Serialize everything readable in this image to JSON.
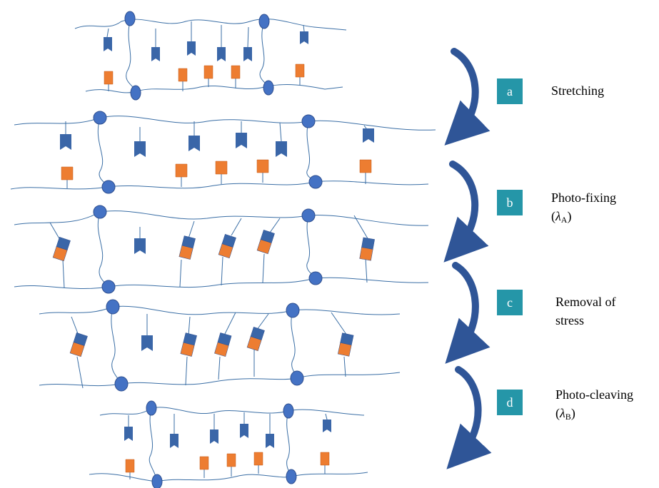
{
  "steps": [
    {
      "id": "a",
      "line1": "Stretching",
      "line2": ""
    },
    {
      "id": "b",
      "line1": "Photo-fixing",
      "line2_pre": "(",
      "lambda": "λ",
      "sub": "A",
      "line2_post": ")"
    },
    {
      "id": "c",
      "line1": "Removal of",
      "line2": "stress"
    },
    {
      "id": "d",
      "line1": "Photo-cleaving",
      "line2_pre": "(",
      "lambda": "λ",
      "sub": "B",
      "line2_post": ")"
    }
  ],
  "colors": {
    "chain": "#3a6ea5",
    "crosslink": "#4472c4",
    "blue_group": "#3a66a8",
    "orange_group": "#ed7d31",
    "arrow": "#2f5597",
    "step_box": "#2596a8"
  }
}
